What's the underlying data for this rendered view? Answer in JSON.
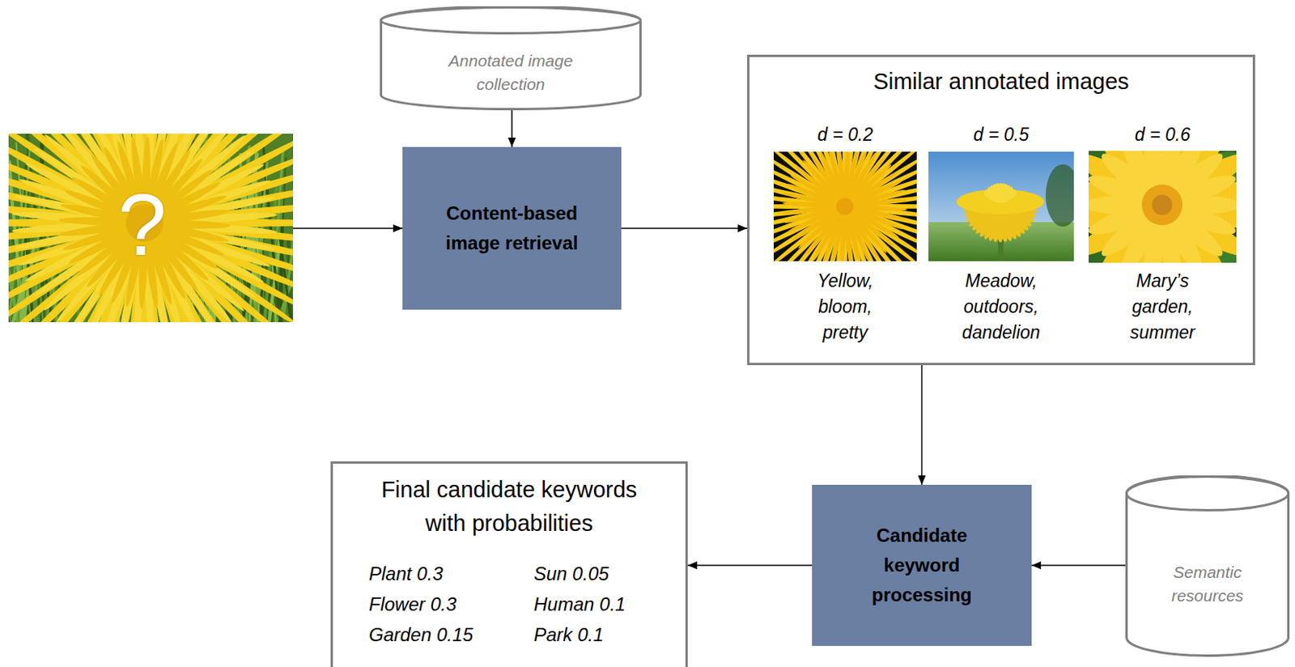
{
  "diagram": {
    "nodes": [
      {
        "text": [
          "?"
        ]
      },
      {
        "text": [
          "Annotated image collection"
        ]
      },
      {
        "text": [
          "Content-based image retrieval"
        ]
      },
      {
        "text": [
          "Similar annotated images"
        ]
      },
      {
        "text": [
          "d = 0.2",
          "Yellow, bloom, pretty"
        ],
        "in": 3
      },
      {
        "text": [
          "d = 0.5",
          "Meadow, outdoors, dandelion"
        ],
        "in": 3
      },
      {
        "text": [
          "d = 0.6",
          "Mary’s garden, summer"
        ],
        "in": 3
      },
      {
        "text": [
          "Final candidate keywords with probabilities",
          "Plant 0.3",
          "Flower 0.3",
          "Garden 0.15",
          "Sun 0.05",
          "Human 0.1",
          "Park 0.1"
        ]
      },
      {
        "text": [
          "Candidate keyword processing"
        ]
      },
      {
        "text": [
          "Semantic resources"
        ]
      }
    ],
    "edges": [
      {
        "from": 0,
        "to": 2,
        "arrow": "to"
      },
      {
        "from": 1,
        "to": 2,
        "arrow": "to"
      },
      {
        "from": 2,
        "to": 3,
        "arrow": "to"
      },
      {
        "from": 3,
        "to": 8,
        "arrow": "to"
      },
      {
        "from": 9,
        "to": 8,
        "arrow": "to"
      },
      {
        "from": 8,
        "to": 7,
        "arrow": "to"
      }
    ]
  }
}
